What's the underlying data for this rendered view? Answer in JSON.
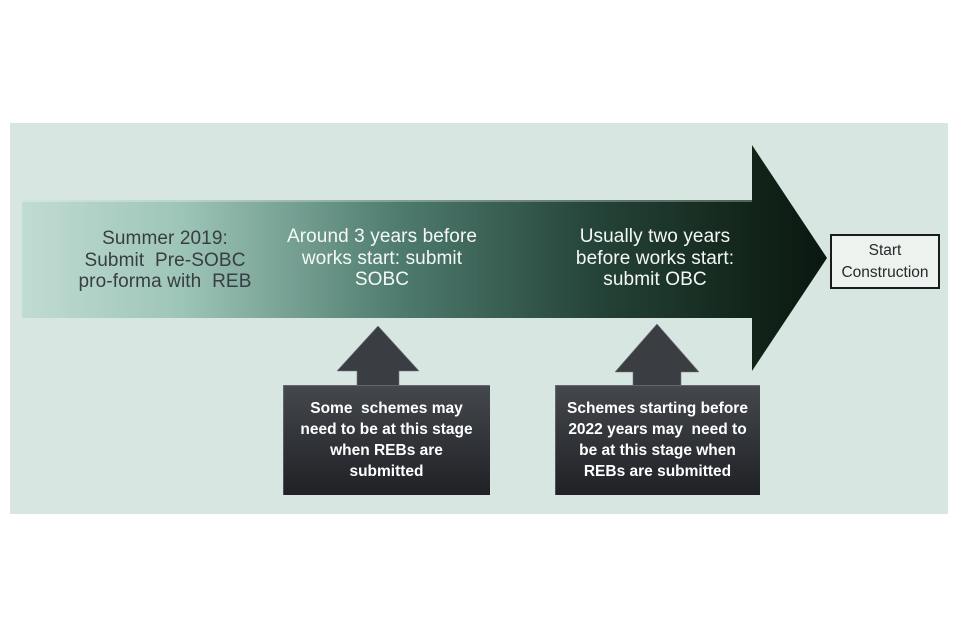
{
  "diagram": {
    "description": "Business case submission timeline leading to construction start"
  },
  "colors": {
    "page_bg": "#ffffff",
    "panel_bg": "#d8e6e1",
    "arrow_gradient": [
      "#c1dcd2",
      "#9dc5b7",
      "#4e7b6e",
      "#244237",
      "#122419",
      "#0a1710"
    ],
    "arrow_top_highlight": "#ffffff",
    "up_arrow_fill": "#3a3d42",
    "up_arrow_edge": "#73767b",
    "callout_bg_top": "#45484d",
    "callout_bg_bottom": "#1f2125",
    "callout_text": "#ffffff",
    "stage1_text": "#383d42",
    "stage_light_text": "#f5f8f6",
    "end_box_bg": "#edf2ef",
    "end_box_border": "#1b1b1b",
    "end_box_text": "#26292b"
  },
  "timeline": {
    "stages": [
      {
        "lines": [
          "Summer 2019:",
          "Submit  Pre-SOBC",
          "pro-forma with  REB"
        ]
      },
      {
        "lines": [
          "Around 3 years before",
          "works start: submit",
          "SOBC"
        ]
      },
      {
        "lines": [
          "Usually two years",
          "before works start:",
          "submit OBC"
        ]
      }
    ],
    "end_box": {
      "lines": [
        "Start",
        "Construction"
      ]
    }
  },
  "callouts": [
    {
      "lines": [
        "Some  schemes may",
        "need to be at this stage",
        "when REBs are",
        "submitted"
      ]
    },
    {
      "lines": [
        "Schemes starting before",
        "2022 years may  need to",
        "be at this stage when",
        "REBs are submitted"
      ]
    }
  ]
}
